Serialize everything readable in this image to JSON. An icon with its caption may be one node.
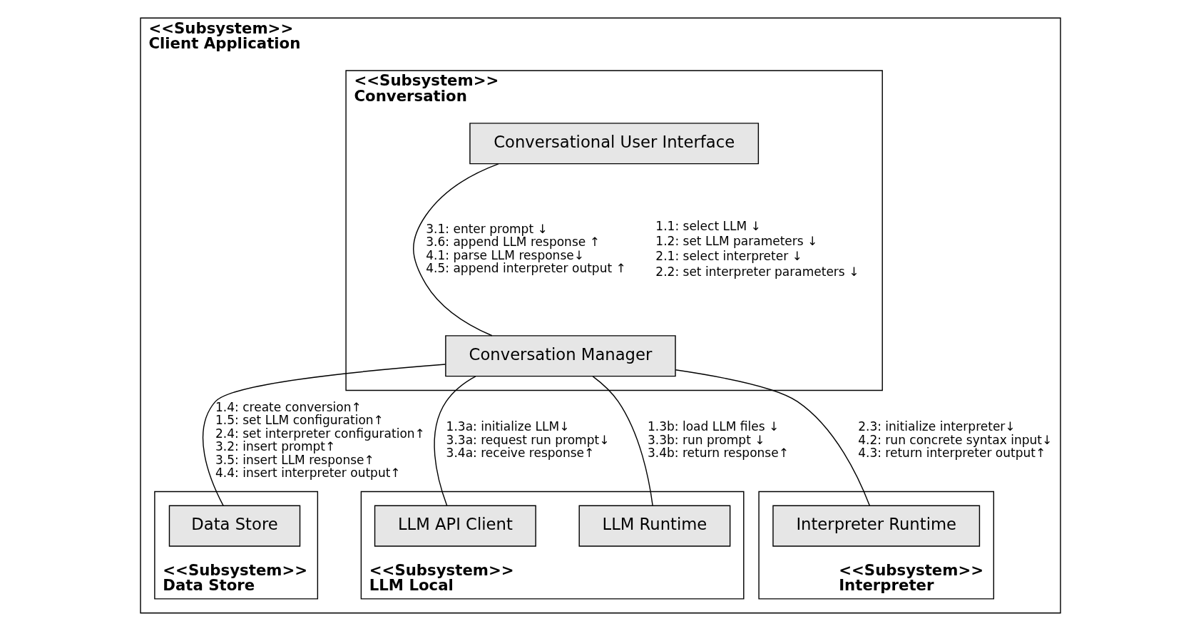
{
  "diagram": {
    "nodes": [
      {
        "text": [
          "<<Subsystem>>",
          "Client Application"
        ]
      },
      {
        "text": [
          "<<Subsystem>>",
          "Conversation"
        ],
        "in": 0
      },
      {
        "text": [
          "Conversational User Interface"
        ],
        "in": 1
      },
      {
        "text": [
          "Conversation Manager"
        ],
        "in": 1
      },
      {
        "text": [
          "<<Subsystem>>",
          "Data Store"
        ],
        "in": 0
      },
      {
        "text": [
          "Data Store"
        ],
        "in": 4
      },
      {
        "text": [
          "<<Subsystem>>",
          "LLM Local"
        ],
        "in": 0
      },
      {
        "text": [
          "LLM API Client"
        ],
        "in": 6
      },
      {
        "text": [
          "LLM Runtime"
        ],
        "in": 6
      },
      {
        "text": [
          "<<Subsystem>>",
          "Interpreter"
        ],
        "in": 0
      },
      {
        "text": [
          "Interpreter Runtime"
        ],
        "in": 9
      }
    ],
    "edges": [
      {
        "from": 2,
        "to": 3,
        "arrow": "none",
        "label": "3.1: enter prompt ↓ 3.6: append LLM response ↑ 4.1: parse LLM response↓ 4.5: append interpreter output ↑"
      },
      {
        "from": 3,
        "to": 5,
        "arrow": "none",
        "label": "1.4: create conversion↑ 1.5: set LLM configuration↑ 2.4: set interpreter configuration↑ 3.2: insert prompt↑ 3.5: insert LLM response↑ 4.4: insert interpreter output↑"
      },
      {
        "from": 3,
        "to": 7,
        "arrow": "none",
        "label": "1.3a: initialize LLM↓ 3.3a: request run prompt↓ 3.4a: receive response↑"
      },
      {
        "from": 3,
        "to": 8,
        "arrow": "none",
        "label": "1.3b: load LLM files ↓ 3.3b: run prompt ↓ 3.4b: return response↑"
      },
      {
        "from": 3,
        "to": 10,
        "arrow": "none",
        "label": "2.3: initialize interpreter↓ 4.2: run concrete syntax input↓ 4.3: return interpreter output↑"
      }
    ],
    "labels": [
      "1.1: select LLM ↓",
      "1.2: set LLM parameters ↓",
      "2.1: select interpreter ↓",
      "2.2: set interpreter parameters ↓"
    ]
  }
}
